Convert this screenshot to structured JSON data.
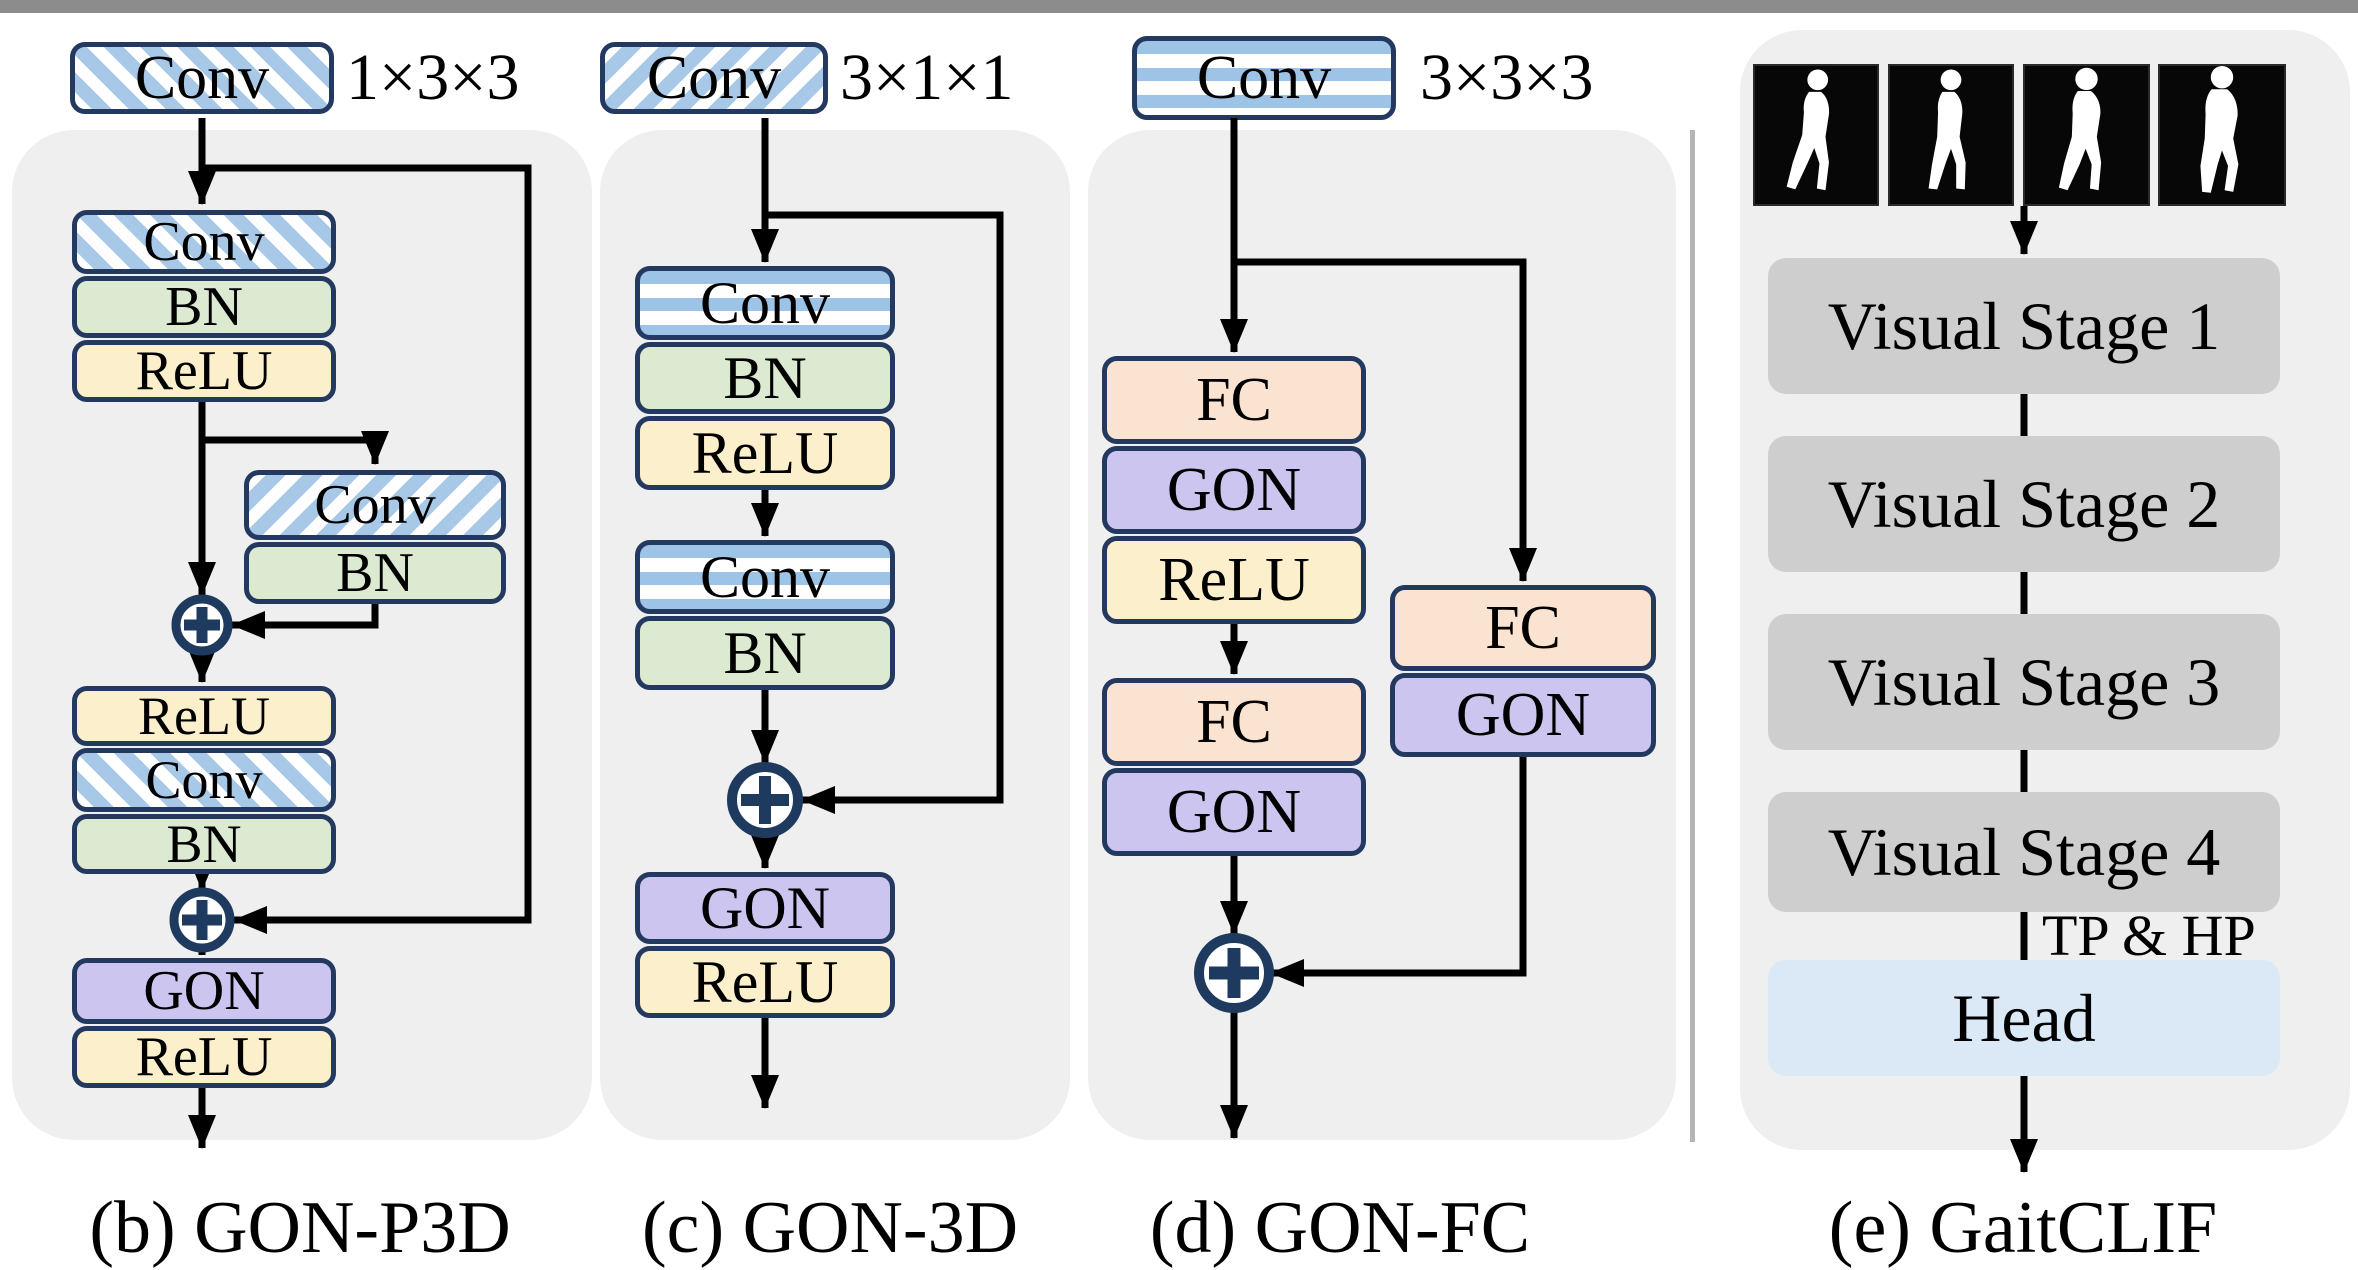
{
  "legend": {
    "items": [
      {
        "label": "Conv",
        "dims": "1×3×3",
        "pattern": "diagonal-back-hatch"
      },
      {
        "label": "Conv",
        "dims": "3×1×1",
        "pattern": "diagonal-forward-hatch"
      },
      {
        "label": "Conv",
        "dims": "3×3×3",
        "pattern": "horizontal-bars"
      }
    ]
  },
  "panels": {
    "b": {
      "caption": "(b) GON-P3D",
      "blocks": {
        "conv1": "Conv",
        "bn1": "BN",
        "relu1": "ReLU",
        "conv2": "Conv",
        "bn2": "BN",
        "relu2": "ReLU",
        "conv3": "Conv",
        "bn3": "BN",
        "gon": "GON",
        "relu3": "ReLU"
      }
    },
    "c": {
      "caption": "(c) GON-3D",
      "blocks": {
        "conv1": "Conv",
        "bn1": "BN",
        "relu1": "ReLU",
        "conv2": "Conv",
        "bn2": "BN",
        "gon": "GON",
        "relu2": "ReLU"
      }
    },
    "d": {
      "caption": "(d) GON-FC",
      "blocks": {
        "fc1": "FC",
        "gon1": "GON",
        "relu1": "ReLU",
        "fc2": "FC",
        "gon2": "GON",
        "fc_skip": "FC",
        "gon_skip": "GON"
      }
    },
    "e": {
      "caption": "(e) GaitCLIF",
      "stages": [
        "Visual Stage 1",
        "Visual Stage 2",
        "Visual Stage 3",
        "Visual Stage 4"
      ],
      "pool_label": "TP & HP",
      "head_label": "Head"
    }
  },
  "colors": {
    "conv_stripe_blue": "#a8c8e8",
    "conv_bars_blue": "#9dc3e6",
    "bn_green": "#dcead2",
    "relu_yellow": "#fbf0cb",
    "gon_purple": "#ccc5f0",
    "fc_peach": "#fbe3d2",
    "stage_gray": "#cecece",
    "head_blue": "#dbe9f6",
    "box_border_navy": "#24395f",
    "junction_navy": "#1e3a5f",
    "panel_gray": "#efeff0",
    "topbar_gray": "#8c8c8c"
  }
}
